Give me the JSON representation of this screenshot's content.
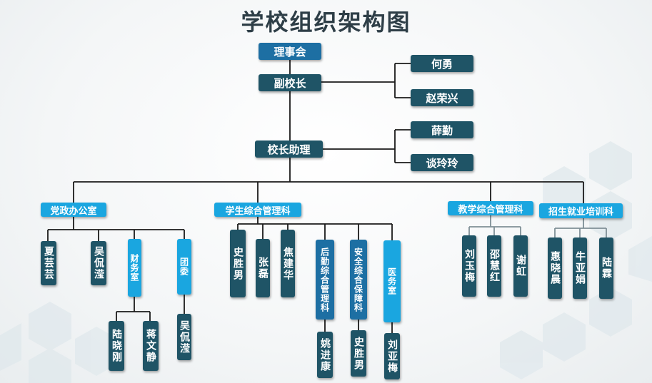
{
  "title": "学校组织架构图",
  "colors": {
    "dark": "#1f5466",
    "light": "#1aa6e0",
    "royal": "#1d6fa3",
    "line": "#1a1a1a",
    "line_gray": "#7f8f96"
  },
  "top": {
    "board": "理事会",
    "vice_principal": "副校长",
    "vice_members": [
      "何勇",
      "赵荣兴"
    ],
    "assistant": "校长助理",
    "assistant_members": [
      "薛勤",
      "谈玲玲"
    ]
  },
  "departments": [
    {
      "name": "党政办公室",
      "children": [
        {
          "name": "夏芸芸",
          "kind": "person"
        },
        {
          "name": "吴侃滢",
          "kind": "person"
        },
        {
          "name": "财务室",
          "kind": "unit",
          "members": [
            "陆晓刚",
            "蒋文静"
          ]
        },
        {
          "name": "团委",
          "kind": "unit",
          "members": [
            "吴侃滢"
          ]
        }
      ]
    },
    {
      "name": "学生综合管理科",
      "children": [
        {
          "name": "史胜男",
          "kind": "person"
        },
        {
          "name": "张磊",
          "kind": "person"
        },
        {
          "name": "焦建华",
          "kind": "person"
        },
        {
          "name": "后勤综合管理科",
          "kind": "unit",
          "members": [
            "姚进康"
          ]
        },
        {
          "name": "安全综合保障科",
          "kind": "unit",
          "members": [
            "史胜男"
          ]
        },
        {
          "name": "医务室",
          "kind": "unit",
          "members": [
            "刘亚梅"
          ]
        }
      ]
    },
    {
      "name": "教学综合管理科",
      "children": [
        {
          "name": "刘玉梅",
          "kind": "person"
        },
        {
          "name": "邵慧红",
          "kind": "person"
        },
        {
          "name": "谢虹",
          "kind": "person"
        }
      ]
    },
    {
      "name": "招生就业培训科",
      "children": [
        {
          "name": "惠晓晨",
          "kind": "person"
        },
        {
          "name": "牛亚娟",
          "kind": "person"
        },
        {
          "name": "陆霖",
          "kind": "person"
        }
      ]
    }
  ]
}
